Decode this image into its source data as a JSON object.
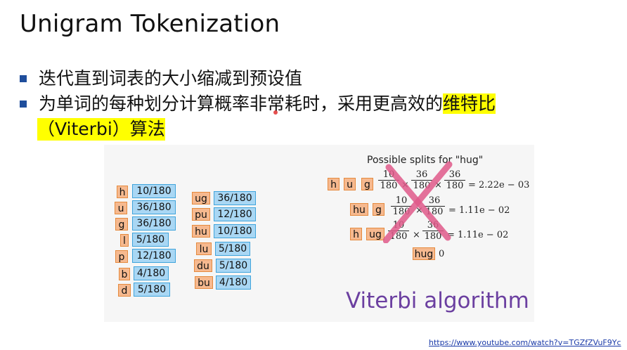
{
  "slide": {
    "title": "Unigram Tokenization",
    "bullets": [
      {
        "text": "迭代直到词表的大小缩减到预设值"
      },
      {
        "text_plain": "为单词的每种划分计算概率非常耗时，采用更高效的",
        "text_highlight": "维特比",
        "continuation": "（Viterbi）算法"
      }
    ],
    "source_url": "https://www.youtube.com/watch?v=TGZfZVuF9Yc"
  },
  "figure": {
    "vocab_left": [
      {
        "token": "h",
        "prob": "10/180"
      },
      {
        "token": "u",
        "prob": "36/180"
      },
      {
        "token": "g",
        "prob": "36/180"
      },
      {
        "token": "l",
        "prob": "5/180"
      },
      {
        "token": "p",
        "prob": "12/180"
      },
      {
        "token": "b",
        "prob": "4/180"
      },
      {
        "token": "d",
        "prob": "5/180"
      }
    ],
    "vocab_right": [
      {
        "token": "ug",
        "prob": "36/180"
      },
      {
        "token": "pu",
        "prob": "12/180"
      },
      {
        "token": "hu",
        "prob": "10/180"
      },
      {
        "token": "lu",
        "prob": "5/180"
      },
      {
        "token": "du",
        "prob": "5/180"
      },
      {
        "token": "bu",
        "prob": "4/180"
      }
    ],
    "splits_title": "Possible splits for \"hug\"",
    "splits": [
      {
        "tokens": [
          "h",
          "u",
          "g"
        ],
        "fractions": [
          [
            "10",
            "180"
          ],
          [
            "36",
            "180"
          ],
          [
            "36",
            "180"
          ]
        ],
        "result": "= 2.22e − 03"
      },
      {
        "tokens": [
          "hu",
          "g"
        ],
        "fractions": [
          [
            "10",
            "180"
          ],
          [
            "36",
            "180"
          ]
        ],
        "result": "= 1.11e − 02"
      },
      {
        "tokens": [
          "h",
          "ug"
        ],
        "fractions": [
          [
            "10",
            "180"
          ],
          [
            "36",
            "180"
          ]
        ],
        "result": "= 1.11e − 02"
      },
      {
        "tokens": [
          "hug"
        ],
        "fractions": [],
        "result": "0"
      }
    ],
    "times_symbol": "×",
    "caption": "Viterbi algorithm",
    "colors": {
      "token_fill": "#f6b98f",
      "prob_fill": "#a9d7f4",
      "cross": "#e05a8a",
      "caption": "#6b3fa0"
    }
  }
}
